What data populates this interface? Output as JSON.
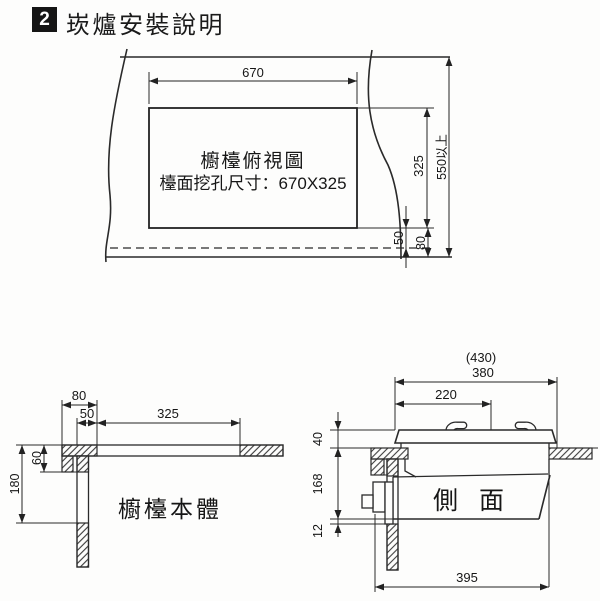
{
  "header": {
    "badge": "2",
    "title": "崁爐安裝說明"
  },
  "top_view": {
    "label_line1": "櫥檯俯視圖",
    "label_line2": "檯面挖孔尺寸：670X325",
    "dim_width": "670",
    "dim_depth": "325",
    "dim_clearance": "550以上",
    "dim_front_50": "50",
    "dim_front_80": "80"
  },
  "cabinet_section": {
    "label": "櫥檯本體",
    "dim_80": "80",
    "dim_50": "50",
    "dim_325": "325",
    "dim_60": "60",
    "dim_180": "180"
  },
  "side_section": {
    "label": "側面",
    "dim_430": "(430)",
    "dim_380": "380",
    "dim_220": "220",
    "dim_40": "40",
    "dim_168": "168",
    "dim_12": "12",
    "dim_395": "395"
  }
}
